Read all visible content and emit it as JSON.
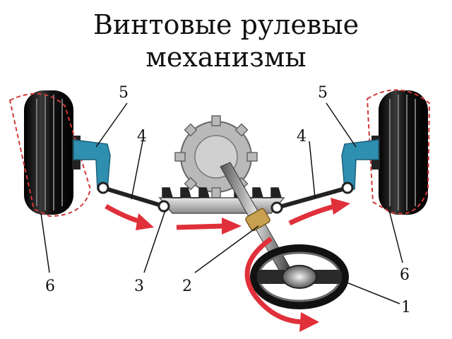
{
  "title": {
    "line1": "Винтовые рулевые",
    "line2": "механизмы"
  },
  "labels": {
    "steering_wheel": "1",
    "steering_shaft": "2",
    "rack": "3",
    "tie_rod_left": "4",
    "tie_rod_right": "4",
    "steering_arm_left": "5",
    "steering_arm_right": "5",
    "wheel_left": "6",
    "wheel_right": "6"
  },
  "colors": {
    "arrow": "#e0303a",
    "arm": "#2f8fb0",
    "tire": "#1a1a1a",
    "metal": "#9a9a9a",
    "outline": "#d23a3a"
  }
}
